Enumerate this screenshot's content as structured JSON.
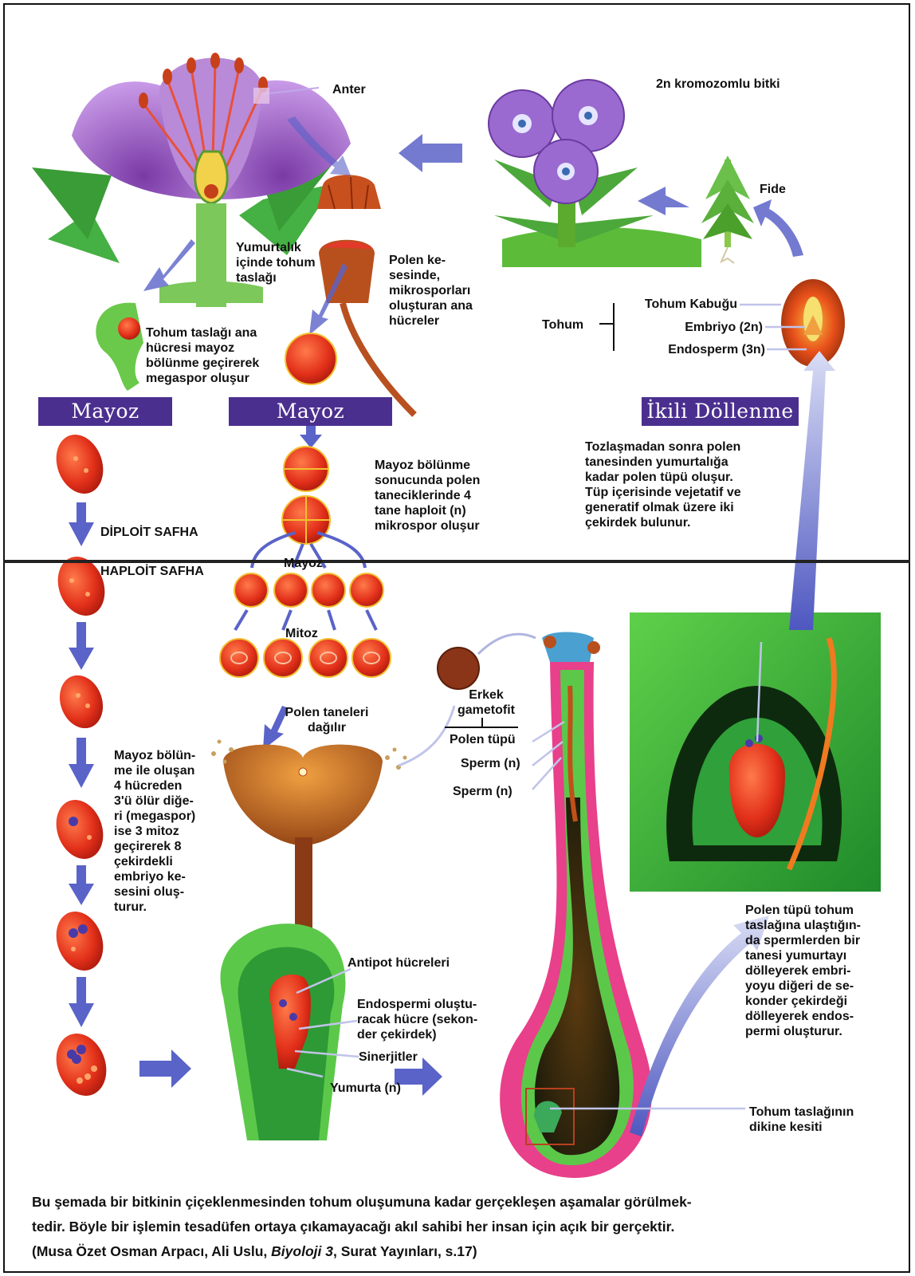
{
  "labels": {
    "anter": "Anter",
    "plant": "2n kromozomlu bitki",
    "fide": "Fide",
    "ovary": "Yumurtalık\niçinde tohum\ntaslağı",
    "pollen_sac": "Polen ke-\nsesinde,\nmikrosporları\noluşturan ana\nhücreler",
    "seed": "Tohum",
    "seed_coat": "Tohum Kabuğu",
    "embryo": "Embriyo (2n)",
    "endosperm": "Endosperm (3n)",
    "ovule_mother": "Tohum taslağı ana\nhücresi mayoz\nbölünme geçirerek\nmegaspor oluşur",
    "meiosis_text": "Mayoz bölünme\nsonucunda polen\ntaneciklerinde 4\ntane haploit (n)\nmikrospor oluşur",
    "pollination_text": "Tozlaşmadan sonra polen\ntanesinden yumurtalığa\nkadar polen tüpü oluşur.\nTüp içerisinde vejetatif ve\ngeneratif olmak üzere iki\nçekirdek bulunur.",
    "diploid": "DİPLOİT SAFHA",
    "haploid": "HAPLOİT SAFHA",
    "mayoz_small": "Mayoz",
    "mitoz": "Mitoz",
    "pollen_spread": "Polen taneleri\ndağılır",
    "male_gametophyte": "Erkek\ngametofit",
    "pollen_tube": "Polen tüpü",
    "sperm1": "Sperm (n)",
    "sperm2": "Sperm (n)",
    "megaspore_text": "Mayoz bölün-\nme ile oluşan\n4 hücreden\n3'ü ölür diğe-\nri (megaspor)\nise 3 mitoz\ngeçirerek 8\nçekirdekli\nembriyo ke-\nsesini oluş-\nturur.",
    "antipod": "Antipot hücreleri",
    "endosperm_cell": "Endospermi oluştu-\nracak hücre (sekon-\nder çekirdek)",
    "synergids": "Sinerjitler",
    "egg": "Yumurta (n)",
    "fertilization_text": "Polen tüpü tohum\ntaslağına ulaştığın-\nda spermlerden bir\ntanesi yumurtayı\ndölleyerek embri-\nyoyu diğeri de se-\nkonder çekirdeği\ndölleyerek endos-\npermi oluşturur.",
    "ovule_section": "Tohum taslağının\ndikine kesiti"
  },
  "banners": {
    "mayoz_left": "Mayoz",
    "mayoz_mid": "Mayoz",
    "double_fertilization": "İkili Döllenme"
  },
  "caption": {
    "line1": "Bu şemada bir bitkinin çiçeklenmesinden tohum oluşumuna kadar gerçekleşen aşamalar görülmek-",
    "line2": "tedir. Böyle bir işlemin tesadüfen ortaya çıkamayacağı akıl sahibi her insan için açık bir gerçektir.",
    "line3_pre": "(Musa Özet Osman Arpacı, Ali Uslu, ",
    "line3_book": "Biyoloji 3",
    "line3_post": ", Surat Yayınları, s.17)"
  },
  "colors": {
    "banner": "#4b2f8f",
    "arrow": "#5a63c8",
    "cell": "#e8321a",
    "leaf": "#3fae3a",
    "petal": "#a66bd0"
  }
}
